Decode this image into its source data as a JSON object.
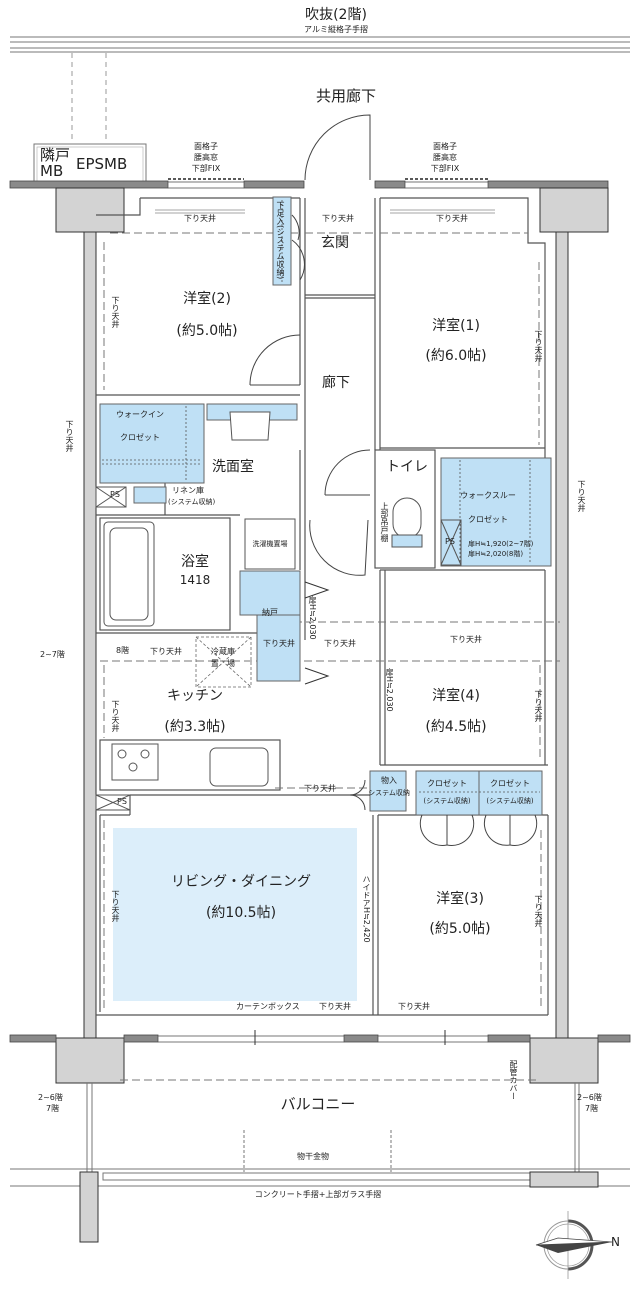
{
  "top": {
    "atrium": "吹抜(2階)",
    "railing": "アルミ縦格子手摺",
    "corridor": "共用廊下",
    "neighbor_mb": "隣戸\nMB",
    "neighbor_mb_line1": "隣戸",
    "neighbor_mb_line2": "MB",
    "eps_mb": "EPSMB",
    "window_left": [
      "面格子",
      "腰高窓",
      "下部FIX"
    ],
    "window_right": [
      "面格子",
      "腰高窓",
      "下部FIX"
    ]
  },
  "rooms": {
    "western2": {
      "name": "洋室(2)",
      "size": "(約5.0帖)"
    },
    "western1": {
      "name": "洋室(1)",
      "size": "(約6.0帖)"
    },
    "western4": {
      "name": "洋室(4)",
      "size": "(約4.5帖)"
    },
    "western3": {
      "name": "洋室(3)",
      "size": "(約5.0帖)"
    },
    "entrance": "玄関",
    "hallway": "廊下",
    "washroom": "洗面室",
    "toilet": "トイレ",
    "bath": {
      "name": "浴室",
      "size": "1418"
    },
    "kitchen": {
      "name": "キッチン",
      "size": "(約3.3帖)"
    },
    "living": {
      "name": "リビング・ダイニング",
      "size": "(約10.5帖)"
    },
    "balcony": "バルコニー"
  },
  "storage": {
    "shoe": "下足入(システム収納)",
    "walkin": [
      "ウォークイン",
      "クロゼット"
    ],
    "walkthrough": [
      "ウォークスルー",
      "クロゼット"
    ],
    "walkthrough_door1": "扉H≒1,920(2~7階)",
    "walkthrough_door2": "扉H≒2,020(8階)",
    "linen": [
      "リネン庫",
      "(システム収納)"
    ],
    "nando": "納戸",
    "monoire": [
      "物入",
      "システム収納"
    ],
    "closet_a": [
      "クロゼット",
      "(システム収納)"
    ],
    "closet_b": [
      "クロゼット",
      "(システム収納)"
    ],
    "washer": "洗濯機置場",
    "fridge": [
      "冷蔵庫",
      "置　場"
    ],
    "toilet_cabinet": "上部吊戸棚"
  },
  "annotations": {
    "lowered_ceiling": "下り天井",
    "ps": "PS",
    "door_h_2030": "扉H≒2,030",
    "high_door": "ハイドアH≒2,420",
    "curtain_box": "カーテンボックス",
    "floors_2_7": "2~7階",
    "floor_8": "8階",
    "floors_2_6": "2~6階",
    "floor_7": "7階",
    "pipe_cover": "配管カバー",
    "clothes_hanger": "物干金物",
    "balcony_railing": "コンクリート手摺+上部ガラス手摺"
  },
  "compass": {
    "label": "N"
  },
  "colors": {
    "storage_fill": "#bfe0f5",
    "living_fill": "#dceefa",
    "wall_fill": "#d3d3d3",
    "wall_dark": "#8a8a8a",
    "line": "#555555"
  }
}
